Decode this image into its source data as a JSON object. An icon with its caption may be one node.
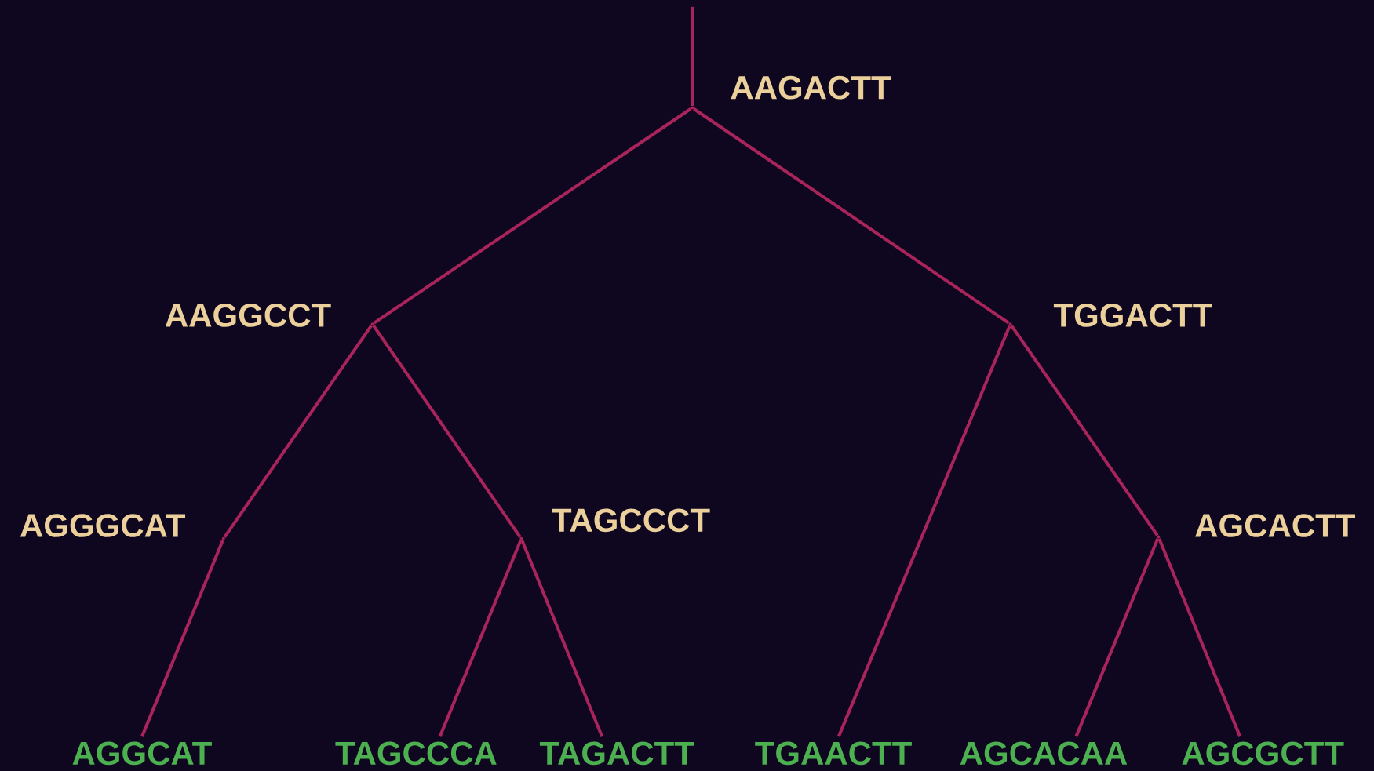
{
  "diagram": {
    "nodes": [
      {
        "text": [],
        "shape": "point",
        "beside": [
          "AAGACTT"
        ]
      },
      {
        "text": [],
        "shape": "point",
        "beside": [
          "AAGGCCT"
        ]
      },
      {
        "text": [],
        "shape": "point",
        "beside": [
          "TGGACTT"
        ]
      },
      {
        "text": [],
        "shape": "point",
        "beside": [
          "AGGGCAT"
        ]
      },
      {
        "text": [],
        "shape": "point",
        "beside": [
          "TAGCCCT"
        ]
      },
      {
        "text": [],
        "shape": "point",
        "beside": [
          "AGCACTT"
        ]
      },
      {
        "text": [
          "AGGCAT"
        ]
      },
      {
        "text": [
          "TAGCCCA"
        ]
      },
      {
        "text": [
          "TAGACTT"
        ]
      },
      {
        "text": [
          "TGAACTT"
        ]
      },
      {
        "text": [
          "AGCACAA"
        ]
      },
      {
        "text": [
          "AGCGCTT"
        ]
      }
    ],
    "edges": [
      {
        "from": null,
        "to": 0,
        "arrow": "none"
      },
      {
        "from": 0,
        "to": 1,
        "arrow": "none"
      },
      {
        "from": 0,
        "to": 2,
        "arrow": "none"
      },
      {
        "from": 1,
        "to": 3,
        "arrow": "none"
      },
      {
        "from": 1,
        "to": 4,
        "arrow": "none"
      },
      {
        "from": 3,
        "to": 6,
        "arrow": "none"
      },
      {
        "from": 4,
        "to": 7,
        "arrow": "none"
      },
      {
        "from": 4,
        "to": 8,
        "arrow": "none"
      },
      {
        "from": 2,
        "to": 9,
        "arrow": "none"
      },
      {
        "from": 2,
        "to": 5,
        "arrow": "none"
      },
      {
        "from": 5,
        "to": 10,
        "arrow": "none"
      },
      {
        "from": 5,
        "to": 11,
        "arrow": "none"
      }
    ]
  }
}
